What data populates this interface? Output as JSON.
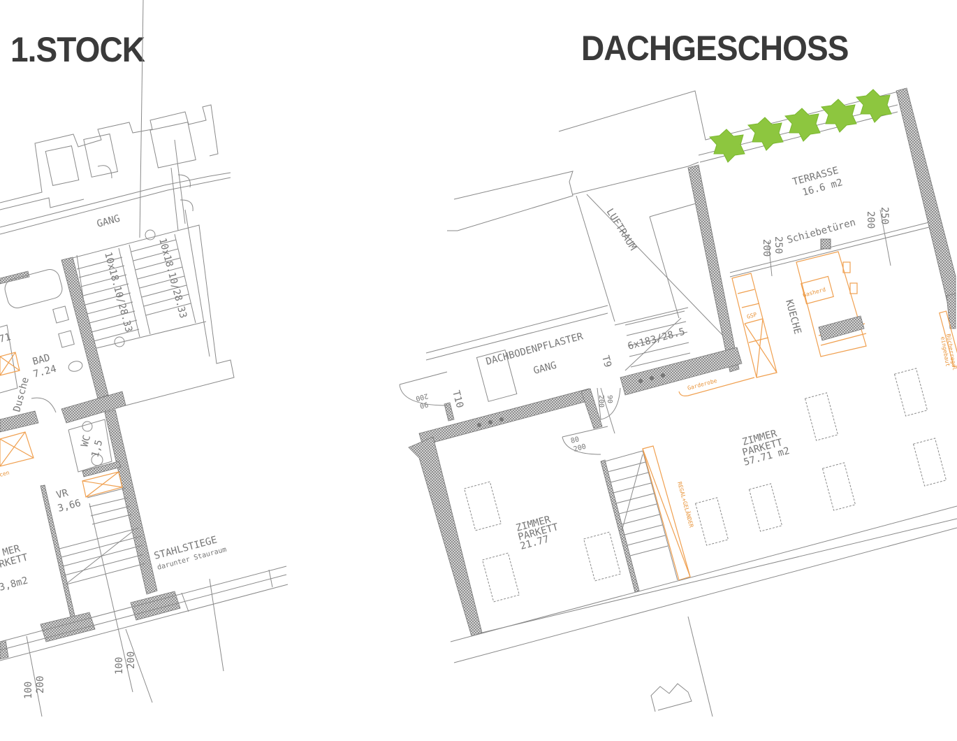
{
  "titles": {
    "left": "1.STOCK",
    "right": "DACHGESCHOSS"
  },
  "colors": {
    "lines": "#8a8a8a",
    "furniture": "#f0a050",
    "trees": "#8dc63f",
    "title": "#3a3a3a"
  },
  "stock1": {
    "gang": "GANG",
    "stair1": "10x18.10/28.33",
    "stair2": "10x18.10/28.33",
    "bad": "BAD",
    "bad_area": "7.24",
    "dusche": "Dusche",
    "partial_71": "71",
    "wc": "WC",
    "wc_area": "1,5",
    "vr": "VR",
    "vr_area": "3,66",
    "zimmer": "MER",
    "parkett": "RKETT",
    "zimmer_area": "3,8m2",
    "orange_partial": "cen",
    "stahlstiege": "STAHLSTIEGE",
    "stauraum": "darunter Stauraum",
    "dims": [
      {
        "a": "100",
        "b": "200"
      },
      {
        "a": "100",
        "b": "200"
      }
    ]
  },
  "dach": {
    "terrasse": "TERRASSE",
    "terrasse_area": "16.6 m2",
    "schiebetueren": "Schiebetüren",
    "dim_left": {
      "a": "200",
      "b": "250"
    },
    "dim_right": {
      "a": "200",
      "b": "250"
    },
    "luftraum": "LUFTRAUM",
    "kueche": "KUECHE",
    "gasherd": "Gasherd",
    "gsp": "GSP",
    "garderobe": "Garderobe",
    "buecherregal": "Bücherregal",
    "eingebaut": "eingebaut",
    "dachbodenpflaster": "DACHBODENPFLASTER",
    "gang": "GANG",
    "stair": "6x183/28.5",
    "t10": "T10",
    "t9": "T9",
    "door_left": {
      "a": "200",
      "b": "90"
    },
    "door_mid": {
      "a": "90",
      "b": "200"
    },
    "door_room": {
      "a": "80",
      "b": "200"
    },
    "zimmer_big": "ZIMMER",
    "parkett_big": "PARKETT",
    "area_big": "57.71 m2",
    "zimmer_small": "ZIMMER",
    "parkett_small": "PARKETT",
    "area_small": "21.77",
    "regal": "REGAL+GELÄNDER"
  }
}
